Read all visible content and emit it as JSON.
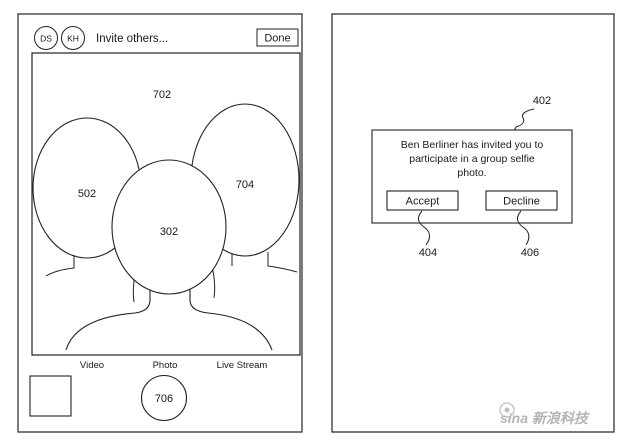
{
  "left_phone": {
    "avatars": [
      "DS",
      "KH"
    ],
    "invite_label": "Invite others...",
    "done_label": "Done",
    "modes": [
      "Video",
      "Photo",
      "Live Stream"
    ],
    "shutter_label": "706"
  },
  "figure_labels": {
    "viewfinder": "702",
    "person_left": "502",
    "person_center": "302",
    "person_right": "704",
    "dialog": "402",
    "accept_ref": "404",
    "decline_ref": "406"
  },
  "invite_dialog": {
    "message_lines": [
      "Ben Berliner has invited you to",
      "participate in a group selfie",
      "photo."
    ],
    "accept_label": "Accept",
    "decline_label": "Decline"
  },
  "watermark": "sina 新浪科技"
}
